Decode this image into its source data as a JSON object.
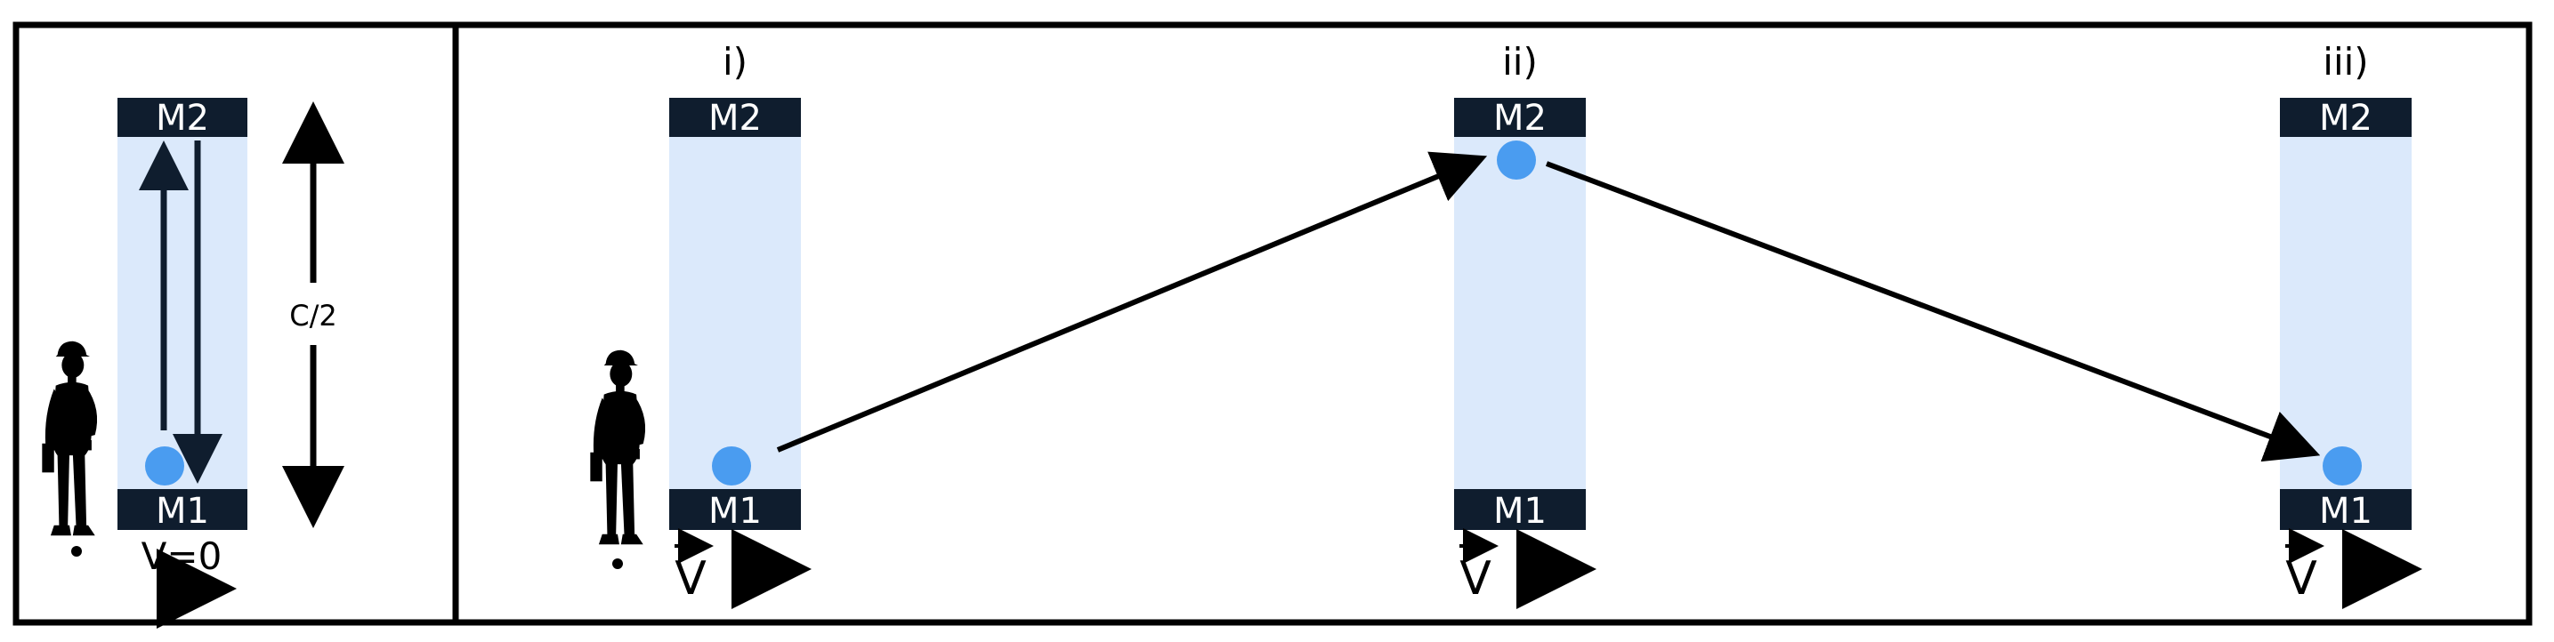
{
  "colors": {
    "tube": "#dbe9fb",
    "mirror": "#0f1d2e",
    "photon": "#4a9cf0",
    "line": "#000000"
  },
  "left_panel": {
    "mirror_top": "M2",
    "mirror_bottom": "M1",
    "distance_label": "C/2",
    "velocity_label": "V=0"
  },
  "right_panel": {
    "clocks": [
      {
        "label": "i)",
        "mirror_top": "M2",
        "mirror_bottom": "M1",
        "velocity_label": "V",
        "photon": "bottom"
      },
      {
        "label": "ii)",
        "mirror_top": "M2",
        "mirror_bottom": "M1",
        "velocity_label": "V",
        "photon": "top"
      },
      {
        "label": "iii)",
        "mirror_top": "M2",
        "mirror_bottom": "M1",
        "velocity_label": "V",
        "photon": "bottom"
      }
    ]
  },
  "icons": [
    "observer-silhouette-icon",
    "velocity-arrow-icon",
    "vector-arrow-icon"
  ]
}
